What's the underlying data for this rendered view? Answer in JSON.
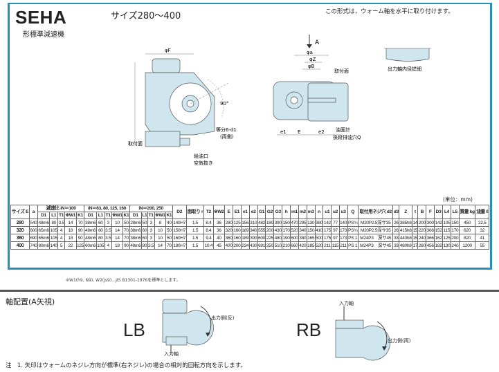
{
  "header": {
    "brand": "SEHA",
    "subtitle": "形標準減速機",
    "size_range": "サイズ280～400",
    "mounting_note": "この形式は，ウォーム軸を水平に取り付けます。"
  },
  "drawing_labels": {
    "phi_f": "φF",
    "angle": "90°",
    "bolt_holes": "等分6-d1",
    "bolt_holes_sub": "(両側)",
    "mount_face_left": "取付面",
    "oil_inlet": "給油口",
    "air_vent": "空気抜き",
    "arrow_a": "A",
    "phi_a": "φa",
    "phi_z": "φZ",
    "phi_b": "φB",
    "mount_face": "取付面",
    "oil_gauge": "油面計",
    "drain": "後段排油穴Q",
    "shaft_detail": "出力軸内径詳細",
    "dim_e1": "e1",
    "dim_e": "E",
    "dim_e2": "e2"
  },
  "unit": "(単位：mm)",
  "table": {
    "group_headers": {
      "size": "サイズ E",
      "a": "a",
      "g100": "減速比 iN＝100",
      "g63": "iN＝63, 80, 125, 160",
      "g200": "iN＝200, 250"
    },
    "sub_headers": [
      "D1",
      "L1",
      "T1",
      "※W1",
      "K1"
    ],
    "tail_headers": [
      "D2",
      "面取り r",
      "T2",
      "※W2",
      "E",
      "E1",
      "e1",
      "e2",
      "G1",
      "G2",
      "G3",
      "h",
      "m1",
      "m2",
      "m3",
      "n",
      "u1",
      "u2",
      "u3",
      "Q",
      "取付用ネジ穴 d2",
      "d3",
      "Z",
      "t",
      "B",
      "F",
      "D3",
      "L4",
      "L5",
      "質量 kg",
      "油量 ℓ"
    ],
    "rows": [
      [
        "280",
        "540",
        "48m6",
        "80",
        "3.5",
        "14",
        "70",
        "38m6",
        "60",
        "3",
        "10",
        "50",
        "28m6",
        "50",
        "3",
        "8",
        "40",
        "140H7",
        "1.5",
        "8.4",
        "36",
        "280",
        "125",
        "156",
        "310",
        "482",
        "180",
        "390",
        "150",
        "470",
        "295",
        "130",
        "380",
        "142",
        "77",
        "140",
        "PS¾",
        "M20P2.5深サ35",
        "26",
        "385h8",
        "14",
        "200",
        "300",
        "142",
        "105",
        "150",
        "450",
        "22.5"
      ],
      [
        "320",
        "600",
        "65m6",
        "105",
        "4",
        "18",
        "90",
        "48m6",
        "80",
        "3.5",
        "14",
        "70",
        "38m6",
        "60",
        "3",
        "10",
        "50",
        "150H7",
        "1.5",
        "8.4",
        "36",
        "320",
        "160",
        "189",
        "340",
        "555",
        "200",
        "430",
        "170",
        "520",
        "340",
        "150",
        "410",
        "175",
        "97",
        "173",
        "PS¾",
        "M20P2.5深サ35",
        "26",
        "415h8",
        "15",
        "220",
        "366",
        "152",
        "115",
        "170",
        "620",
        "32"
      ],
      [
        "360",
        "690",
        "65m6",
        "105",
        "4",
        "18",
        "90",
        "48m6",
        "80",
        "3.5",
        "14",
        "70",
        "38m6",
        "60",
        "3",
        "10",
        "50",
        "160H7",
        "1.5",
        "9.4",
        "40",
        "360",
        "160",
        "189",
        "390",
        "600",
        "225",
        "480",
        "190",
        "600",
        "380",
        "165",
        "500",
        "175",
        "97",
        "173",
        "PS 1",
        "M24P3　深サ45",
        "33",
        "440h8",
        "15",
        "240",
        "366",
        "162",
        "125",
        "200",
        "820",
        "41"
      ],
      [
        "400",
        "740",
        "80m6",
        "140",
        "5",
        "22",
        "125",
        "60m6",
        "105",
        "4",
        "18",
        "90",
        "48m6",
        "80",
        "3.5",
        "14",
        "70",
        "180H7",
        "1.5",
        "10.4",
        "45",
        "400",
        "200",
        "234",
        "430",
        "691",
        "250",
        "510",
        "210",
        "660",
        "420",
        "185",
        "520",
        "211",
        "115",
        "211",
        "PS 1",
        "M24P3　深サ45",
        "33",
        "480h8",
        "17",
        "260",
        "456",
        "182",
        "130",
        "240",
        "1200",
        "55"
      ]
    ]
  },
  "footnote": "※W1(h9, N9), W2(Js9)…JIS B1301-1976を標準とします。",
  "arrangement": {
    "title": "軸配置(A矢視)",
    "lb": {
      "label": "LB",
      "output": "出力側(反)",
      "input": "入力軸"
    },
    "rb": {
      "label": "RB",
      "output": "出力側(両)",
      "input": "入力軸"
    }
  },
  "note": "注　1. 矢印はウォームのネジレ方向が標準(右ネジレ)の場合の相対的回転方向を示します。",
  "colors": {
    "frame": "#2a8fb8",
    "body_fill": "#cfe6ee"
  }
}
